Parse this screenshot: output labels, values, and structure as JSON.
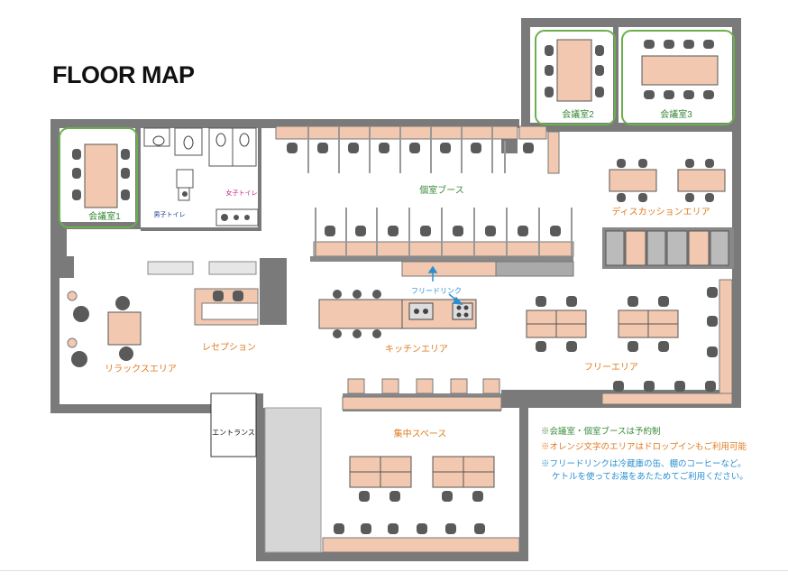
{
  "title": "FLOOR MAP",
  "colors": {
    "wall": "#7a7a7a",
    "desk": "#f2c9b0",
    "chair": "#5a5a5a",
    "room_outline": "#6ab04c",
    "orange_text": "#e07b20",
    "green_text": "#3a8a3a",
    "blue_text": "#2a8fd0"
  },
  "rooms": {
    "meeting1": "会議室1",
    "meeting2": "会議室2",
    "meeting3": "会議室3",
    "private_booth": "個室ブース",
    "discussion_area": "ディスカッションエリア",
    "mens_toilet": "男子トイレ",
    "womens_toilet": "女子トイレ",
    "reception": "レセプション",
    "relax_area": "リラックスエリア",
    "kitchen_area": "キッチンエリア",
    "free_drink": "フリードリンク",
    "free_area": "フリーエリア",
    "entrance": "エントランス",
    "focus_space": "集中スペース"
  },
  "notes": {
    "line1": "※会議室・個室ブースは予約制",
    "line2": "※オレンジ文字のエリアはドロップインもご利用可能",
    "line3": "※フリードリンクは冷蔵庫の缶、棚のコーヒーなど。",
    "line4": "ケトルを使ってお湯をあたためてご利用ください。"
  }
}
